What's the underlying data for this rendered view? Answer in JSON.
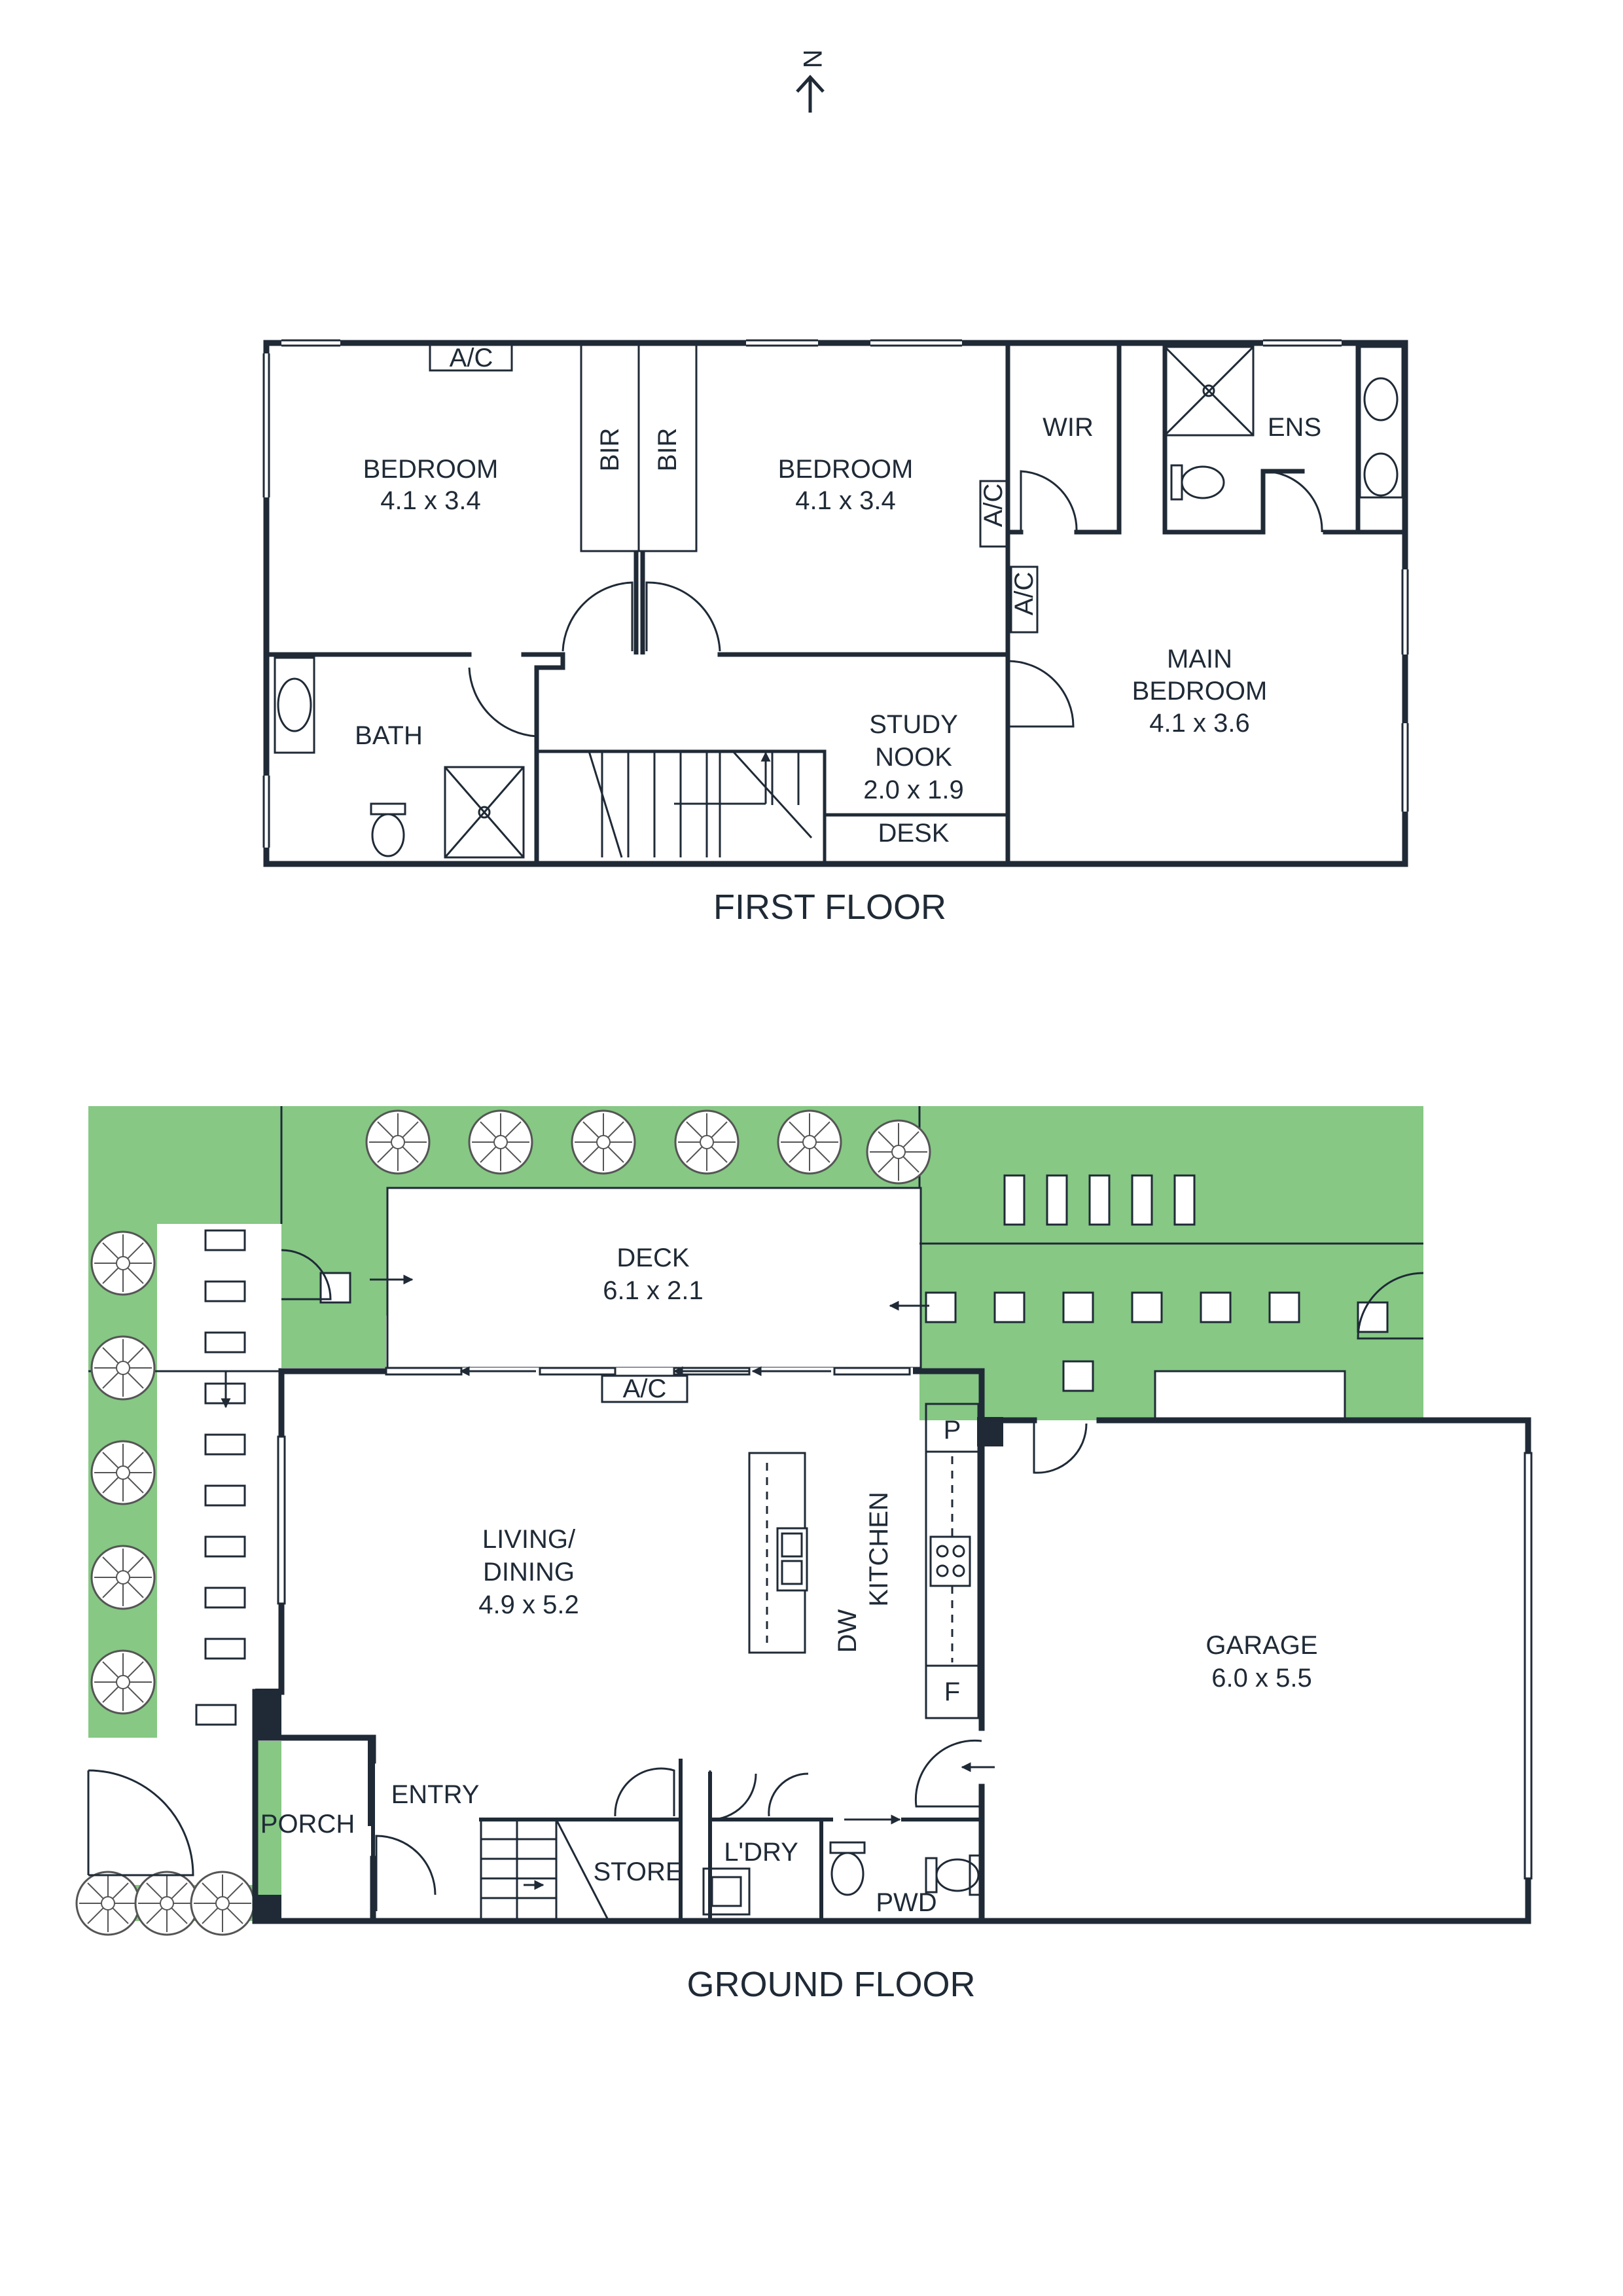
{
  "compass": {
    "label": "N"
  },
  "first_floor": {
    "title": "FIRST FLOOR",
    "ac_labels": [
      "A/C",
      "A/C",
      "A/C"
    ],
    "bir_labels": [
      "BIR",
      "BIR"
    ],
    "rooms": {
      "bedroom_1": {
        "name": "BEDROOM",
        "size": "4.1 x 3.4"
      },
      "bedroom_2": {
        "name": "BEDROOM",
        "size": "4.1 x 3.4"
      },
      "wir": {
        "name": "WIR"
      },
      "ens": {
        "name": "ENS"
      },
      "main_bedroom": {
        "name_line1": "MAIN",
        "name_line2": "BEDROOM",
        "size": "4.1 x 3.6"
      },
      "bath": {
        "name": "BATH"
      },
      "study_nook": {
        "name_line1": "STUDY",
        "name_line2": "NOOK",
        "size": "2.0 x 1.9"
      },
      "desk": {
        "name": "DESK"
      }
    }
  },
  "ground_floor": {
    "title": "GROUND FLOOR",
    "ac_label": "A/C",
    "rooms": {
      "deck": {
        "name": "DECK",
        "size": "6.1 x 2.1"
      },
      "living": {
        "name_line1": "LIVING/",
        "name_line2": "DINING",
        "size": "4.9 x 5.2"
      },
      "kitchen": {
        "name": "KITCHEN"
      },
      "dw": {
        "name": "DW"
      },
      "pantry": {
        "name": "P"
      },
      "fridge": {
        "name": "F"
      },
      "garage": {
        "name": "GARAGE",
        "size": "6.0 x 5.5"
      },
      "porch": {
        "name": "PORCH"
      },
      "entry": {
        "name": "ENTRY"
      },
      "store": {
        "name": "STORE"
      },
      "laundry": {
        "name": "L'DRY"
      },
      "pwd": {
        "name": "PWD"
      }
    }
  },
  "colors": {
    "wall": "#1f2a36",
    "garden": "#86c884",
    "background": "#ffffff"
  }
}
